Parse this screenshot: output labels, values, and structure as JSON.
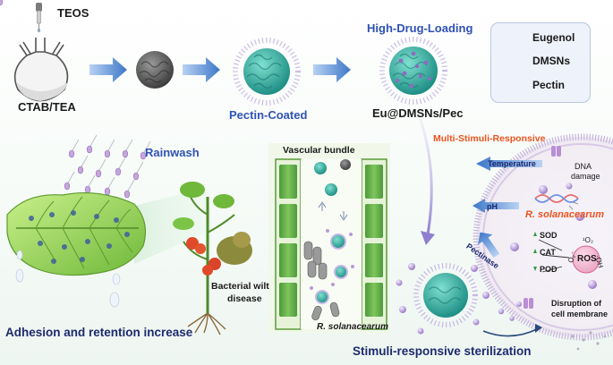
{
  "synthesis": {
    "teos": "TEOS",
    "ctab_tea": "CTAB/TEA",
    "pectin_coated": "Pectin-Coated",
    "high_drug_loading": "High-Drug-Loading",
    "product": "Eu@DMSNs/Pec"
  },
  "legend": {
    "items": [
      {
        "label": "Eugenol"
      },
      {
        "label": "DMSNs"
      },
      {
        "label": "Pectin"
      }
    ]
  },
  "plant": {
    "rainwash": "Rainwash",
    "bacterial_wilt_line1": "Bacterial wilt",
    "bacterial_wilt_line2": "disease",
    "adhesion": "Adhesion and retention increase"
  },
  "vessel": {
    "title": "Vascular bundle",
    "pathogen": "R. solanacearum"
  },
  "bacterium": {
    "header": "Multi-Stimuli-Responsive",
    "temperature": "Temperature",
    "ph": "pH",
    "pectinase": "Pectinase",
    "dna_line1": "DNA",
    "dna_line2": "damage",
    "species": "R. solanacearum",
    "sod": "SOD",
    "cat": "CAT",
    "pod": "POD",
    "ros": "ROS",
    "o2": "¹O₂",
    "o2minus": "O₂⁻",
    "oh": "·OH",
    "membrane_line1": "Disruption of",
    "membrane_line2": "cell membrane",
    "sterilization": "Stimuli-responsive sterilization"
  },
  "colors": {
    "navy": "#1e2a6e",
    "blue": "#2f52b4",
    "orange": "#e8531f",
    "teal": "#2aa7a0",
    "eugenol": "#b79ad8",
    "arrow": "#5b8fd6",
    "leaf": "#8fd14f"
  }
}
